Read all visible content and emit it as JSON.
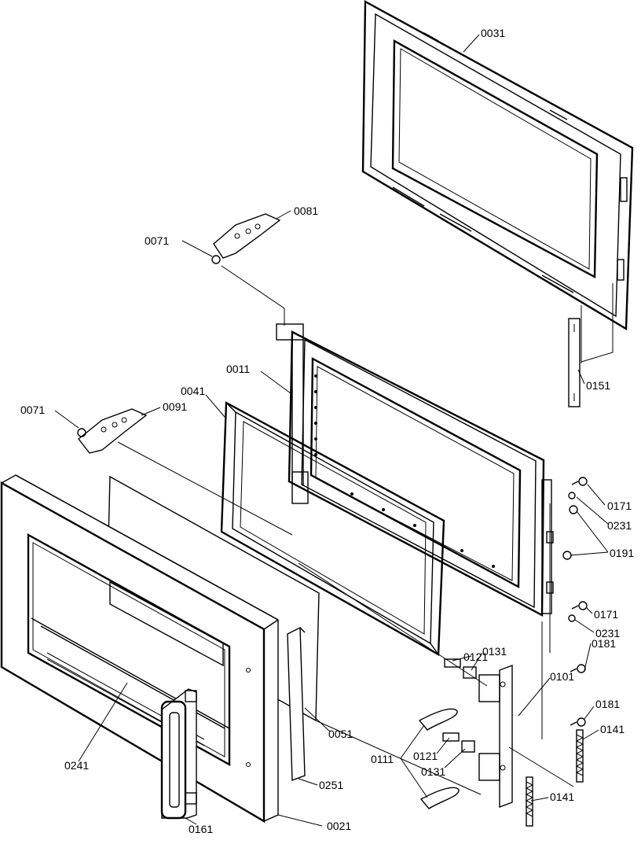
{
  "diagram": {
    "parts": {
      "p0031": "0031",
      "p0081": "0081",
      "p0071_top": "0071",
      "p0011": "0011",
      "p0041": "0041",
      "p0071_left": "0071",
      "p0091": "0091",
      "p0151": "0151",
      "p0171_top": "0171",
      "p0231_top": "0231",
      "p0191": "0191",
      "p0171_bot": "0171",
      "p0231_bot": "0231",
      "p0181_top": "0181",
      "p0121_top": "0121",
      "p0131_top": "0131",
      "p0101": "0101",
      "p0181_bot": "0181",
      "p0141_top": "0141",
      "p0051": "0051",
      "p0241": "0241",
      "p0111": "0111",
      "p0121_bot": "0121",
      "p0131_bot": "0131",
      "p0141_bot": "0141",
      "p0251": "0251",
      "p0161": "0161",
      "p0021": "0021"
    }
  }
}
